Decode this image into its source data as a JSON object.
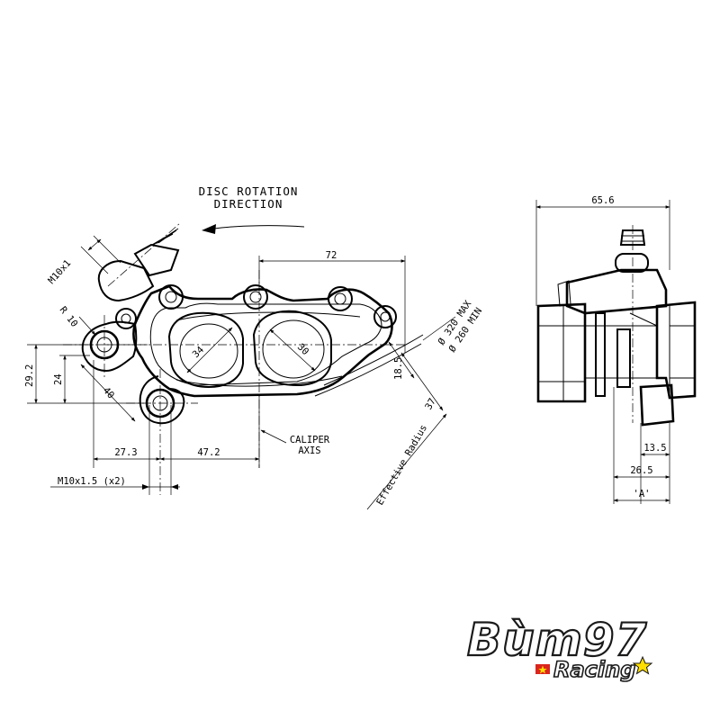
{
  "labels": {
    "disc_rotation_line1": "DISC ROTATION",
    "disc_rotation_line2": "DIRECTION",
    "thread_top": "M10x1",
    "radius_r10": "R 10",
    "dim_72": "72",
    "dim_29_2": "29.2",
    "dim_24": "24",
    "dim_40": "40",
    "dim_34": "34",
    "dim_30": "30",
    "dim_18_5": "18.5",
    "dim_37": "37",
    "disc_max": "Ø 320 MAX",
    "disc_min": "Ø 260 MIN",
    "caliper_axis_line1": "CALIPER",
    "caliper_axis_line2": "AXIS",
    "effective_radius": "Effective Radius",
    "dim_27_3": "27.3",
    "dim_47_2": "47.2",
    "mount_thread": "M10x1.5 (x2)",
    "dim_65_6": "65.6",
    "dim_13_5": "13.5",
    "dim_26_5": "26.5",
    "dim_a": "'A'"
  },
  "logo": {
    "brand": "Bùm97",
    "sub": "Racing",
    "flag_color": "#da251d",
    "star_color": "#ffde00"
  }
}
